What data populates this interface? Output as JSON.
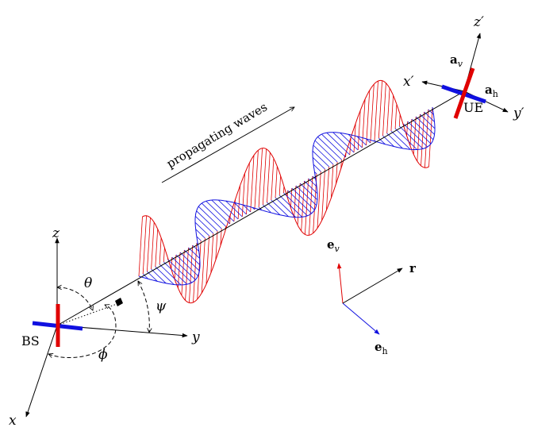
{
  "labels": {
    "propagating": "propagating waves",
    "bs": "BS",
    "ue": "UE",
    "x": "x",
    "y": "y",
    "z": "z",
    "xp": "x′",
    "yp": "y′",
    "zp": "z′",
    "theta": "θ",
    "phi": "ϕ",
    "psi": "ψ",
    "r": "r",
    "e": "e",
    "a": "a",
    "sub_v": "v",
    "sub_h": "h"
  },
  "colors": {
    "red": "#e00000",
    "blue": "#1010e0",
    "black": "#000000"
  }
}
